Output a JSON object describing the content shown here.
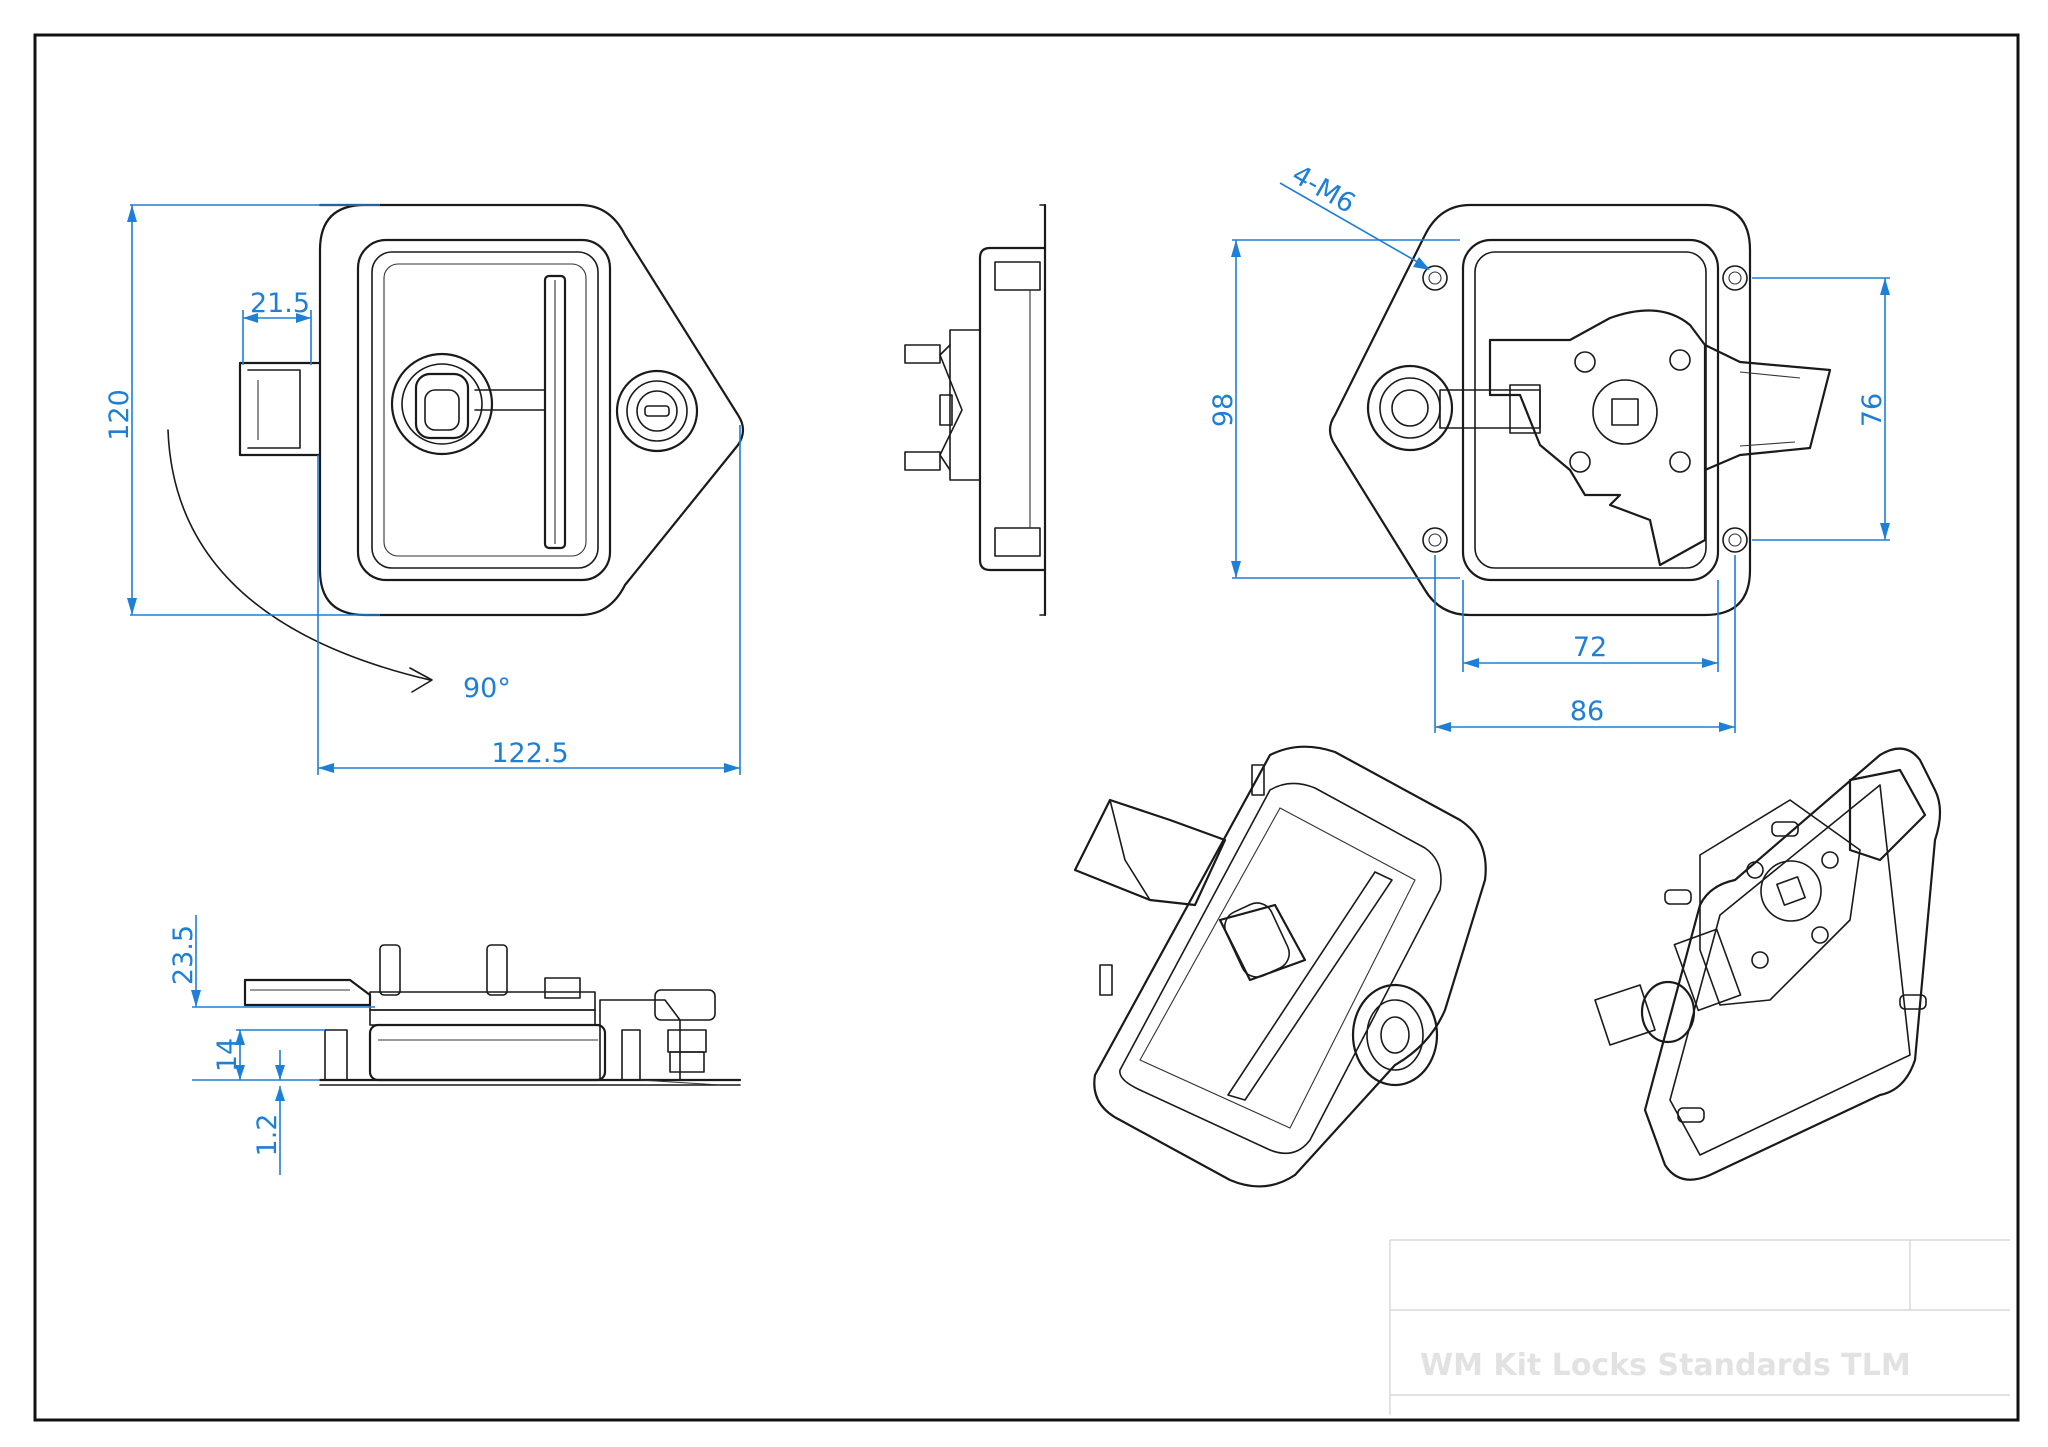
{
  "dimensions": {
    "front_height": "120",
    "handle_offset": "21.5",
    "total_width": "122.5",
    "rotation": "90°",
    "hole_spacing_vertical": "98",
    "hole_spacing_horizontal_inner": "72",
    "hole_spacing_horizontal_outer": "86",
    "latch_height": "76",
    "thread_callout": "4-M6",
    "side_height_total": "23.5",
    "side_height_body": "14",
    "plate_thickness": "1.2"
  },
  "watermark": {
    "text": "WM Kit Locks Standards TLM"
  },
  "colors": {
    "line": "#1a1a1a",
    "dimension": "#1e7fd6",
    "frame": "#111111"
  }
}
